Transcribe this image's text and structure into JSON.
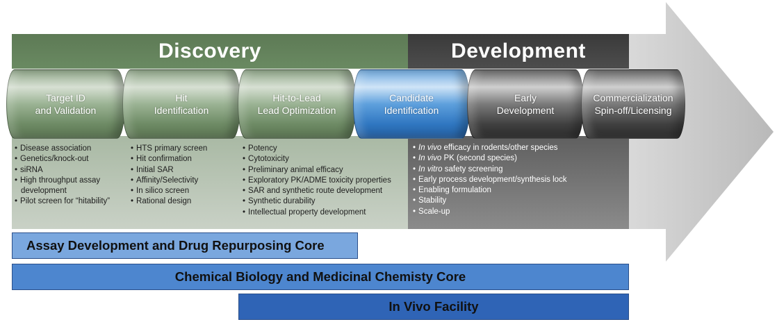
{
  "colors": {
    "discovery": "#5d7a55",
    "development": "#3a3a3a",
    "candidate": "#3f8ad3",
    "arrow": "#c8c8c8",
    "core_assay": "#7aa7de",
    "core_chem": "#4d86cf",
    "core_vivo": "#2f64b6"
  },
  "phases": {
    "discovery": "Discovery",
    "development": "Development"
  },
  "stages": [
    {
      "line1": "Target ID",
      "line2": "and Validation"
    },
    {
      "line1": "Hit",
      "line2": "Identification"
    },
    {
      "line1": "Hit-to-Lead",
      "line2": "Lead Optimization"
    },
    {
      "line1": "Candidate",
      "line2": "Identification"
    },
    {
      "line1": "Early",
      "line2": "Development"
    },
    {
      "line1": "Commercialization",
      "line2": "Spin-off/Licensing"
    }
  ],
  "bullets": {
    "target": [
      "Disease association",
      "Genetics/knock-out",
      "siRNA",
      "High throughput assay development",
      "Pilot screen for “hitability”"
    ],
    "hit": [
      "HTS primary screen",
      "Hit confirmation",
      "Initial SAR",
      "Affinity/Selectivity",
      "In silico screen",
      "Rational design"
    ],
    "lead": [
      "Potency",
      "Cytotoxicity",
      "Preliminary animal efficacy",
      "Exploratory PK/ADME toxicity properties",
      "SAR and synthetic route development",
      "Synthetic durability",
      "Intellectual property development"
    ],
    "development": [
      {
        "em": "In vivo",
        "text": " efficacy in rodents/other species"
      },
      {
        "em": "In vivo",
        "text": " PK (second species)"
      },
      {
        "em": "In vitro",
        "text": " safety screening"
      },
      {
        "em": "",
        "text": "Early process development/synthesis lock"
      },
      {
        "em": "",
        "text": "Enabling formulation"
      },
      {
        "em": "",
        "text": "Stability"
      },
      {
        "em": "",
        "text": "Scale-up"
      }
    ]
  },
  "cores": {
    "assay": "Assay Development and Drug Repurposing Core",
    "chem": "Chemical Biology and Medicinal Chemisty Core",
    "vivo": "In Vivo Facility"
  }
}
